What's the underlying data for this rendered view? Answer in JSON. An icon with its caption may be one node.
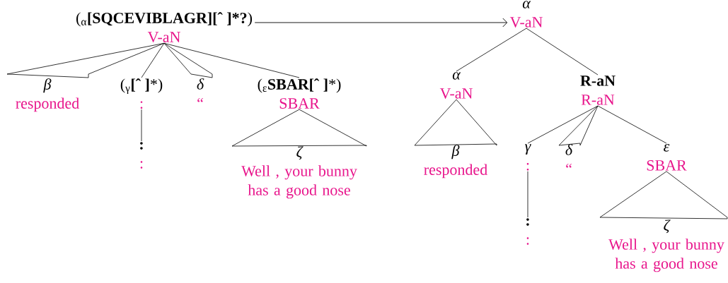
{
  "diagram": {
    "nodes": [
      {
        "text": [
          "($_{α}$**[SQCEVIBLAGR][ˆ ]*?**)",
          "V-aN"
        ]
      },
      {
        "text": [
          "β",
          "responded"
        ]
      },
      {
        "text": [
          "($_{γ}$**[ˆ ]***)",
          ":"
        ]
      },
      {
        "text": [
          ":",
          ":"
        ]
      },
      {
        "text": [
          "δ",
          "“"
        ]
      },
      {
        "text": [
          "($_{ε}$**SBAR[ˆ ]***)",
          "SBAR"
        ]
      },
      {
        "text": [
          "ζ",
          "Well , your bunny has a good nose"
        ]
      },
      {
        "text": [
          "α",
          "V-aN"
        ]
      },
      {
        "text": [
          "α",
          "V-aN"
        ]
      },
      {
        "text": [
          "β",
          "responded"
        ]
      },
      {
        "text": [
          "R-aN",
          "R-aN"
        ]
      },
      {
        "text": [
          "γ",
          ":"
        ]
      },
      {
        "text": [
          ":",
          ":"
        ]
      },
      {
        "text": [
          "δ",
          "“"
        ]
      },
      {
        "text": [
          "ε",
          "SBAR"
        ]
      },
      {
        "text": [
          "ζ",
          "Well , your bunny has a good nose"
        ]
      }
    ],
    "edges": [
      {
        "from": 0,
        "to": 1,
        "arrow": "none"
      },
      {
        "from": 0,
        "to": 2,
        "arrow": "none"
      },
      {
        "from": 2,
        "to": 3,
        "arrow": "none"
      },
      {
        "from": 0,
        "to": 4,
        "arrow": "none"
      },
      {
        "from": 0,
        "to": 5,
        "arrow": "none"
      },
      {
        "from": 5,
        "to": 6,
        "arrow": "none"
      },
      {
        "from": 0,
        "to": 7,
        "arrow": "to"
      },
      {
        "from": 7,
        "to": 8,
        "arrow": "none"
      },
      {
        "from": 7,
        "to": 10,
        "arrow": "none"
      },
      {
        "from": 8,
        "to": 9,
        "arrow": "none"
      },
      {
        "from": 10,
        "to": 11,
        "arrow": "none"
      },
      {
        "from": 11,
        "to": 12,
        "arrow": "none"
      },
      {
        "from": 10,
        "to": 13,
        "arrow": "none"
      },
      {
        "from": 10,
        "to": 14,
        "arrow": "none"
      },
      {
        "from": 14,
        "to": 15,
        "arrow": "none"
      }
    ]
  }
}
